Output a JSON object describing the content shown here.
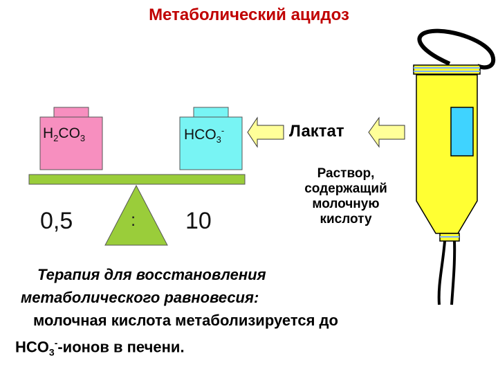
{
  "title": "Метаболический ацидоз",
  "balance": {
    "left_weight": {
      "base": "H",
      "sub1": "2",
      "mid": "CO",
      "sub2": "3"
    },
    "right_weight": {
      "base": "HCO",
      "sub": "3",
      "sup": "-"
    },
    "left_ratio": "0,5",
    "separator": ":",
    "right_ratio": "10",
    "colors": {
      "left_weight": "#f78fbf",
      "right_weight": "#78f4f4",
      "beam": "#9acd3a"
    }
  },
  "lactate": {
    "label": "Лактат",
    "solution_text": "Раствор,\nсодержащий\nмолочную\nкислоту",
    "arrow_color": "#ffff99",
    "bag_color": "#ffff33"
  },
  "therapy": {
    "line1": "Терапия для восстановления",
    "line2": "метаболического равновесия:",
    "line3": "молочная кислота метаболизируется до",
    "line4_prefix": "HCO",
    "line4_sub": "3",
    "line4_sup": "-",
    "line4_suffix": "-ионов в печени."
  }
}
